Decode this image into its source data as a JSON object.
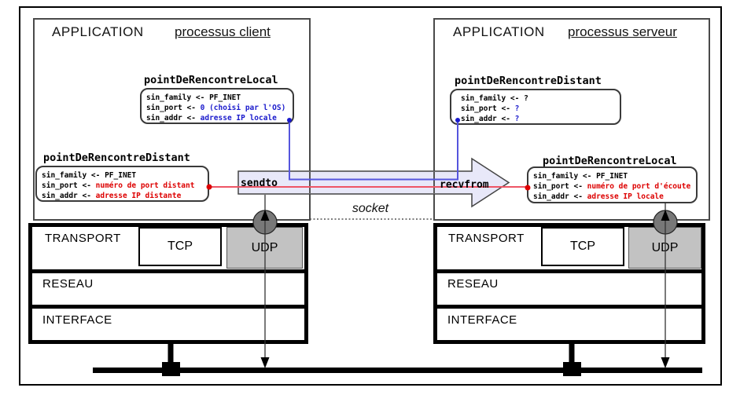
{
  "colors": {
    "red": "#dd0000",
    "red_line": "#ee5566",
    "blue": "#1a1acc",
    "blue_line": "#5555dd",
    "arrow_fill": "#e8e8f9",
    "udp_fill": "#c2c2c2",
    "circle_fill": "#787878"
  },
  "client": {
    "app_label": "APPLICATION",
    "process_label": "processus client",
    "rdv_local": {
      "title": "pointDeRencontreLocal",
      "lines": [
        {
          "field": "sin_family <- ",
          "value": "PF_INET",
          "color": "black"
        },
        {
          "field": "sin_port <- ",
          "value": "0 (choisi par l'OS)",
          "color": "blue"
        },
        {
          "field": "sin_addr <- ",
          "value": "adresse IP locale",
          "color": "blue"
        }
      ]
    },
    "rdv_distant": {
      "title": "pointDeRencontreDistant",
      "lines": [
        {
          "field": "sin_family <- ",
          "value": "PF_INET",
          "color": "black"
        },
        {
          "field": "sin_port <- ",
          "value": "numéro de port distant",
          "color": "red"
        },
        {
          "field": "sin_addr <- ",
          "value": "adresse IP distante",
          "color": "red"
        }
      ]
    },
    "stack": {
      "transport": "TRANSPORT",
      "tcp": "TCP",
      "udp": "UDP",
      "reseau": "RESEAU",
      "interface": "INTERFACE"
    }
  },
  "server": {
    "app_label": "APPLICATION",
    "process_label": "processus serveur",
    "rdv_distant": {
      "title": "pointDeRencontreDistant",
      "lines": [
        {
          "field": "sin_family <- ",
          "value": "?",
          "color": "black"
        },
        {
          "field": "sin_port <- ",
          "value": "?",
          "color": "blue"
        },
        {
          "field": "sin_addr <- ",
          "value": "?",
          "color": "blue"
        }
      ]
    },
    "rdv_local": {
      "title": "pointDeRencontreLocal",
      "lines": [
        {
          "field": "sin_family <- ",
          "value": "PF_INET",
          "color": "black"
        },
        {
          "field": "sin_port <- ",
          "value": "numéro de port d'écoute",
          "color": "red"
        },
        {
          "field": "sin_addr <- ",
          "value": "adresse IP locale",
          "color": "red"
        }
      ]
    },
    "stack": {
      "transport": "TRANSPORT",
      "tcp": "TCP",
      "udp": "UDP",
      "reseau": "RESEAU",
      "interface": "INTERFACE"
    }
  },
  "flow": {
    "send_label": "sendto",
    "recv_label": "recvfrom",
    "socket_label": "socket"
  }
}
